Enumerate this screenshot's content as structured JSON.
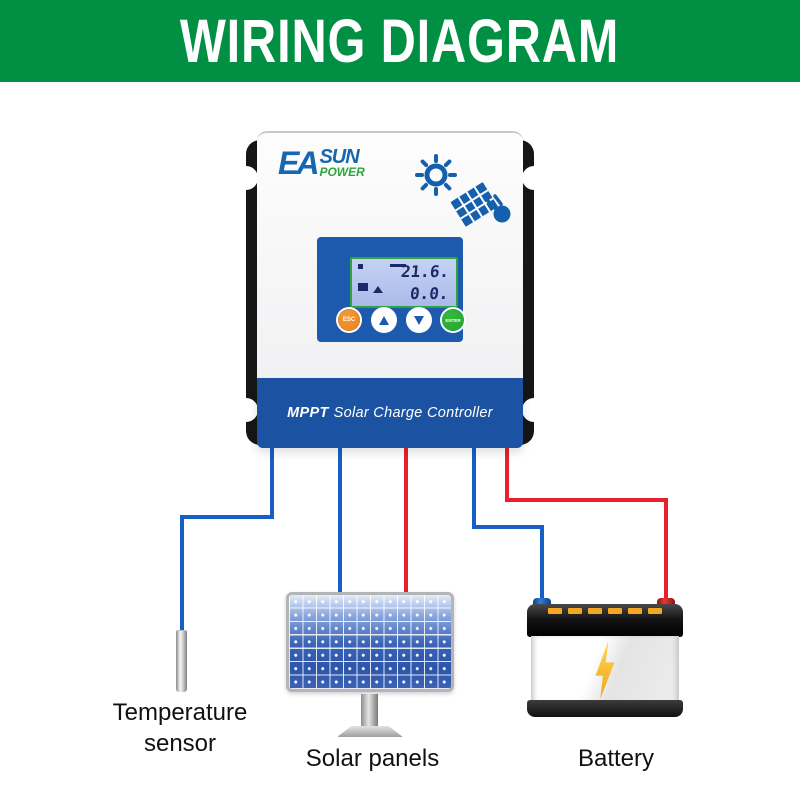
{
  "banner": {
    "title": "WIRING DIAGRAM"
  },
  "controller": {
    "logo": {
      "ea": "EA",
      "sun": "SUN",
      "power": "POWER"
    },
    "lcd": {
      "value_top": "21.6.",
      "value_bottom": "0.0."
    },
    "buttons": {
      "esc": "ESC",
      "enter": "ENTER"
    },
    "footer": {
      "bold": "MPPT",
      "rest": "Solar Charge Controller"
    }
  },
  "labels": {
    "temperature_sensor": {
      "line1": "Temperature",
      "line2": "sensor"
    },
    "solar_panels": "Solar panels",
    "battery": "Battery"
  },
  "icons": {
    "sun": "sun-with-rays",
    "solar_panel": "tilted-panel-grid",
    "plug": "power-plug",
    "up": "triangle-up",
    "down": "triangle-down",
    "lightning": "lightning-bolt"
  },
  "colors": {
    "banner_green": "#008f43",
    "controller_blue": "#1b53a2",
    "panel_blue": "#1d59ad",
    "lcd_bg": "#b7c5ee",
    "lcd_border": "#2fa43c",
    "lcd_digit": "#1b2a66",
    "wire_blue": "#1660c4",
    "wire_red": "#e62129",
    "esc_orange": "#e8821c",
    "enter_green": "#23a42b",
    "logo_blue": "#1666b2",
    "logo_green": "#2fa43c",
    "bolt_yellow": "#f5b91e",
    "vent_orange": "#f5a623"
  }
}
